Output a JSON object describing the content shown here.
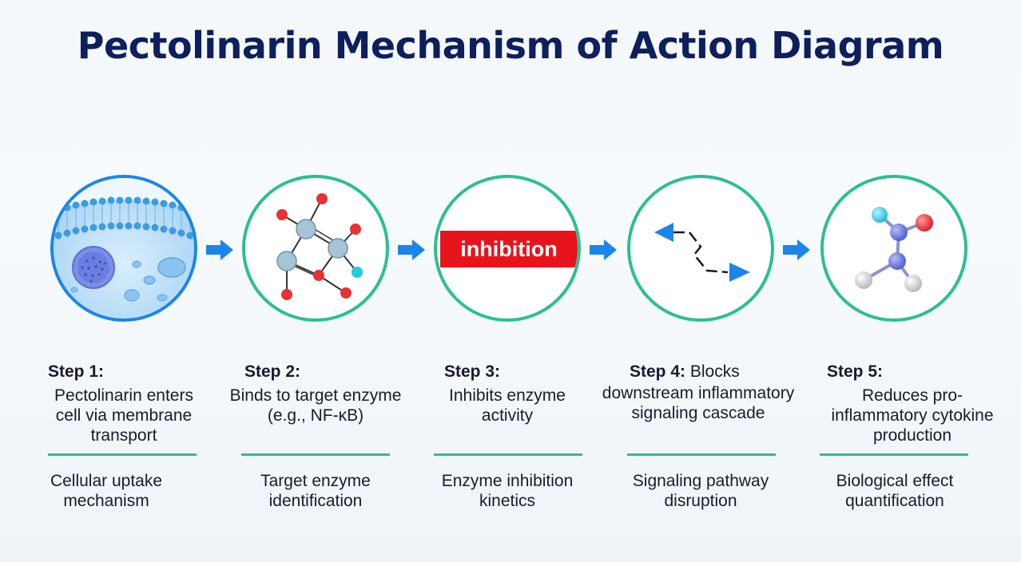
{
  "title": "Pectolinarin Mechanism of Action Diagram",
  "colors": {
    "title": "#0d1f5c",
    "ring": "#2bbf93",
    "arrow": "#1a86e8",
    "inhibition": "#e8141c"
  },
  "steps": [
    {
      "label": "Step 1:",
      "label_rest": "",
      "description": "Pectolinarin enters cell via membrane transport",
      "subtitle": "Cellular uptake mechanism",
      "icon": "cell-membrane-icon"
    },
    {
      "label": "Step 2:",
      "label_rest": "",
      "description": "Binds to target enzyme (e.g., NF-κB)",
      "subtitle": "Target enzyme identification",
      "icon": "molecule-icon"
    },
    {
      "label": "Step 3:",
      "label_rest": "",
      "description": "Inhibits enzyme activity",
      "subtitle": "Enzyme inhibition kinetics",
      "icon": "inhibition-bar-icon",
      "badge": "inhibition"
    },
    {
      "label": "Step 4:",
      "label_rest": " Blocks",
      "description": "downstream inflammatory signaling cascade",
      "subtitle": "Signaling pathway disruption",
      "icon": "signal-cascade-icon"
    },
    {
      "label": "Step 5:",
      "label_rest": "",
      "description": "Reduces pro-inflammatory cytokine production",
      "subtitle": "Biological effect quantification",
      "icon": "cytokine-molecule-icon"
    }
  ]
}
